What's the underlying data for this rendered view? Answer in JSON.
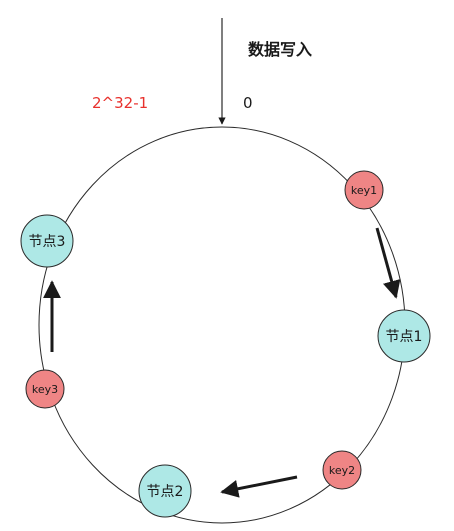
{
  "labels": {
    "data_write": "数据写入",
    "ring_max": "2^32-1",
    "ring_zero": "0"
  },
  "nodes": [
    {
      "id": "node-3",
      "label": "节点3"
    },
    {
      "id": "node-1",
      "label": "节点1"
    },
    {
      "id": "node-2",
      "label": "节点2"
    }
  ],
  "keys": [
    {
      "id": "key-1",
      "label": "key1"
    },
    {
      "id": "key-2",
      "label": "key2"
    },
    {
      "id": "key-3",
      "label": "key3"
    }
  ],
  "colors": {
    "node_fill": "#aee8e6",
    "key_fill": "#ef8585",
    "accent_red": "#e8312d",
    "line": "#1a1a1a"
  }
}
